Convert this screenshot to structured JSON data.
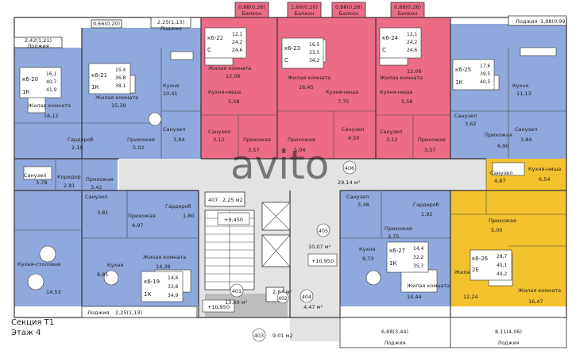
{
  "colors": {
    "blue": "#8fa9dd",
    "pink": "#ec6b87",
    "yellow": "#f2c12e",
    "corridor": "#e3e3e3",
    "grey": "#bdbdbd",
    "white": "#ffffff"
  },
  "caption": {
    "section": "Секция Т1",
    "floor": "Этаж 4"
  },
  "balconies": [
    {
      "area": "0,88(0,26)",
      "label": "Балкон"
    },
    {
      "area": "1,66(0,20)",
      "label": "Балкон"
    },
    {
      "area": "0,88(0,26)",
      "label": "Балкон"
    },
    {
      "area": "0,88(0,26)",
      "label": "Балкон"
    }
  ],
  "loggias": {
    "top_left_a": {
      "area": "2,42(1,21)",
      "label": "Лоджия"
    },
    "top_left_b": {
      "area": "0,66(0,20)",
      "label": ""
    },
    "top_left_c": {
      "area": "2,25(1,13)",
      "label": "Лоджия"
    },
    "top_right": {
      "area": "1,98(0,99)",
      "label": "Лоджия"
    },
    "bottom_left": {
      "area": "2,25(1,13)",
      "label": "Лоджия"
    },
    "bottom_mid": {
      "area": "6,88(3,44)",
      "label": "Лоджия"
    },
    "bottom_right": {
      "area": "8,11(4,06)",
      "label": "Лоджия"
    }
  },
  "rooms": [
    {
      "name": "Жилая комната",
      "area": "16,12"
    },
    {
      "name": "Жилая комната",
      "area": "15,39"
    },
    {
      "name": "Кухня",
      "area": "10,41"
    },
    {
      "name": "Гардероб",
      "area": "2,10"
    },
    {
      "name": "Прихожая",
      "area": "5,02"
    },
    {
      "name": "Санузел",
      "area": "3,84"
    },
    {
      "name": "Санузел",
      "area": "3,78"
    },
    {
      "name": "Коридор",
      "area": "2,81"
    },
    {
      "name": "Прихожая",
      "area": "3,42"
    },
    {
      "name": "Жилая комната",
      "area": "12,06"
    },
    {
      "name": "Кухня-ниша",
      "area": "5,58"
    },
    {
      "name": "Санузел",
      "area": "3,12"
    },
    {
      "name": "Прихожая",
      "area": "3,57"
    },
    {
      "name": "Жилая комната",
      "area": "16,45"
    },
    {
      "name": "Кухня-ниша",
      "area": "7,75"
    },
    {
      "name": "Прихожая",
      "area": "5,04"
    },
    {
      "name": "Санузел",
      "area": "4,50"
    },
    {
      "name": "Жилая комната",
      "area": "12,06"
    },
    {
      "name": "Кухня-ниша",
      "area": "5,58"
    },
    {
      "name": "Санузел",
      "area": "3,12"
    },
    {
      "name": "Прихожая",
      "area": "3,57"
    },
    {
      "name": "Кухня",
      "area": "11,13"
    },
    {
      "name": "Санузел",
      "area": "3,62"
    },
    {
      "name": "Прихожая",
      "area": "6,90"
    },
    {
      "name": "Санузел",
      "area": "3,84"
    },
    {
      "name": "Санузел",
      "area": "4,87"
    },
    {
      "name": "Кухня-ниша",
      "area": "6,54"
    },
    {
      "name": "Прихожая",
      "area": "5,00"
    },
    {
      "name": "Жилая комната",
      "area": "12,24"
    },
    {
      "name": "Жилая комната",
      "area": "16,47"
    },
    {
      "name": "Санузел",
      "area": "3,38"
    },
    {
      "name": "Гардероб",
      "area": "1,92"
    },
    {
      "name": "Прихожая",
      "area": "3,75"
    },
    {
      "name": "Кухня",
      "area": "8,73"
    },
    {
      "name": "Жилая комната",
      "area": "14,44"
    },
    {
      "name": "Санузел",
      "area": "3,81"
    },
    {
      "name": "Прихожая",
      "area": "4,97"
    },
    {
      "name": "Гардероб",
      "area": "1,80"
    },
    {
      "name": "Кухня",
      "area": "8,81"
    },
    {
      "name": "Жилая комната",
      "area": "14,39"
    },
    {
      "name": "Кухня-столовая",
      "area": "14,53"
    }
  ],
  "flats": [
    {
      "id": "к6-20",
      "rooms": "1К",
      "areas": [
        "16,1",
        "40,7",
        "41,9"
      ]
    },
    {
      "id": "к6-21",
      "rooms": "1К",
      "areas": [
        "15,4",
        "36,8",
        "38,1"
      ]
    },
    {
      "id": "к6-22",
      "rooms": "С",
      "areas": [
        "12,1",
        "24,2",
        "24,6"
      ]
    },
    {
      "id": "к6-23",
      "rooms": "С",
      "areas": [
        "16,5",
        "33,5",
        "34,2"
      ]
    },
    {
      "id": "к6-24",
      "rooms": "С",
      "areas": [
        "12,1",
        "24,2",
        "24,6"
      ]
    },
    {
      "id": "к6-25",
      "rooms": "1К",
      "areas": [
        "17,6",
        "39,5",
        "40,5"
      ]
    },
    {
      "id": "к6-26",
      "rooms": "2Е",
      "areas": [
        "28,7",
        "45,1",
        "49,2"
      ]
    },
    {
      "id": "к6-27",
      "rooms": "1К",
      "areas": [
        "14,4",
        "32,2",
        "35,7"
      ]
    },
    {
      "id": "к6-19",
      "rooms": "1К",
      "areas": [
        "14,4",
        "33,8",
        "34,9"
      ]
    }
  ],
  "common": {
    "r406": {
      "num": "406",
      "area": "29,14 м²"
    },
    "r407": {
      "num": "407",
      "area": "2,25 м2"
    },
    "r405": {
      "num": "405",
      "area": "10,07 м²"
    },
    "r401": {
      "num": "401",
      "area": "13,60 м²"
    },
    "r402": {
      "num": "402",
      "area": "2,83 м²"
    },
    "r403": {
      "num": "403",
      "area": "9,01 м2"
    },
    "r404": {
      "num": "404",
      "area": "4,47 м²"
    },
    "lev1": "+9,450",
    "lev2": "+10,950",
    "lev3": "+10,950"
  },
  "watermark": "avito"
}
